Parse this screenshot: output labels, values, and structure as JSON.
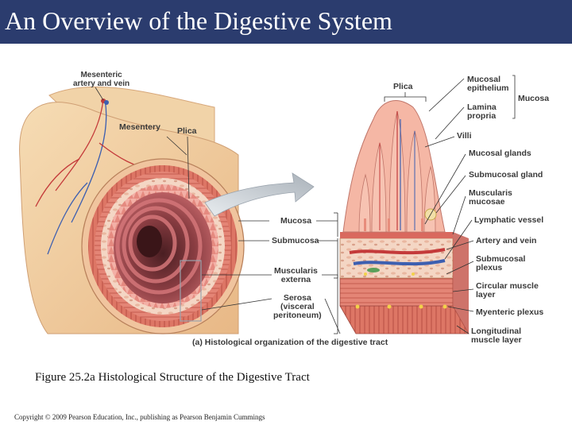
{
  "slide": {
    "title": "An Overview of the Digestive System",
    "figure_caption": "Figure 25.2a Histological Structure of the Digestive Tract",
    "copyright": "Copyright © 2009 Pearson Education, Inc., publishing as Pearson Benjamin Cummings"
  },
  "diagram": {
    "panel_caption": "(a) Histological organization of the digestive tract",
    "left_labels": {
      "mesenteric": [
        "Mesenteric",
        "artery and vein"
      ],
      "mesentery": "Mesentery",
      "plica": "Plica",
      "mucosa": "Mucosa",
      "submucosa": "Submucosa",
      "muscularis": [
        "Muscularis",
        "externa"
      ],
      "serosa": [
        "Serosa",
        "(visceral",
        "peritoneum)"
      ]
    },
    "right_labels": {
      "plica": "Plica",
      "mucosal_epithelium": [
        "Mucosal",
        "epithelium"
      ],
      "lamina_propria": [
        "Lamina",
        "propria"
      ],
      "mucosa": "Mucosa",
      "villi": "Villi",
      "mucosal_glands": "Mucosal glands",
      "submucosal_gland": "Submucosal gland",
      "muscularis_mucosae": [
        "Muscularis",
        "mucosae"
      ],
      "lymphatic_vessel": "Lymphatic vessel",
      "artery_vein": "Artery and vein",
      "submucosal_plexus": [
        "Submucosal",
        "plexus"
      ],
      "circular_muscle": [
        "Circular muscle",
        "layer"
      ],
      "myenteric_plexus": "Myenteric plexus",
      "longitudinal_muscle": [
        "Longitudinal",
        "muscle layer"
      ]
    },
    "colors": {
      "title_bar": "#2b3c6e",
      "intestine_outer": "#f2cfa0",
      "lumen": "#8a4a4a",
      "mucosa_fold": "#c9585e",
      "muscle": "#d9635f",
      "arrow": "#c7cdd4",
      "leader": "#333333"
    }
  }
}
